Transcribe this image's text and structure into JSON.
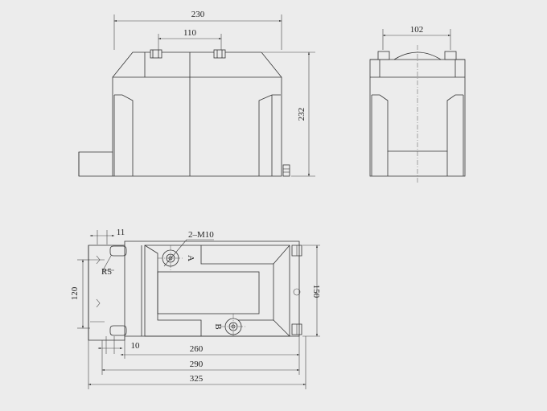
{
  "diagram": {
    "background": "#ececec",
    "line_color": "#333333",
    "front_view": {
      "width_dim": "230",
      "inner_dim": "110",
      "height_dim": "232"
    },
    "side_view": {
      "width_dim": "102"
    },
    "top_view": {
      "hole_callout": "2–M10",
      "dim_11": "11",
      "radius": "R5",
      "dim_120": "120",
      "dim_10": "10",
      "dim_150": "150",
      "dim_260": "260",
      "dim_290": "290",
      "dim_325": "325",
      "terminal_a": "A",
      "terminal_b": "B"
    }
  }
}
